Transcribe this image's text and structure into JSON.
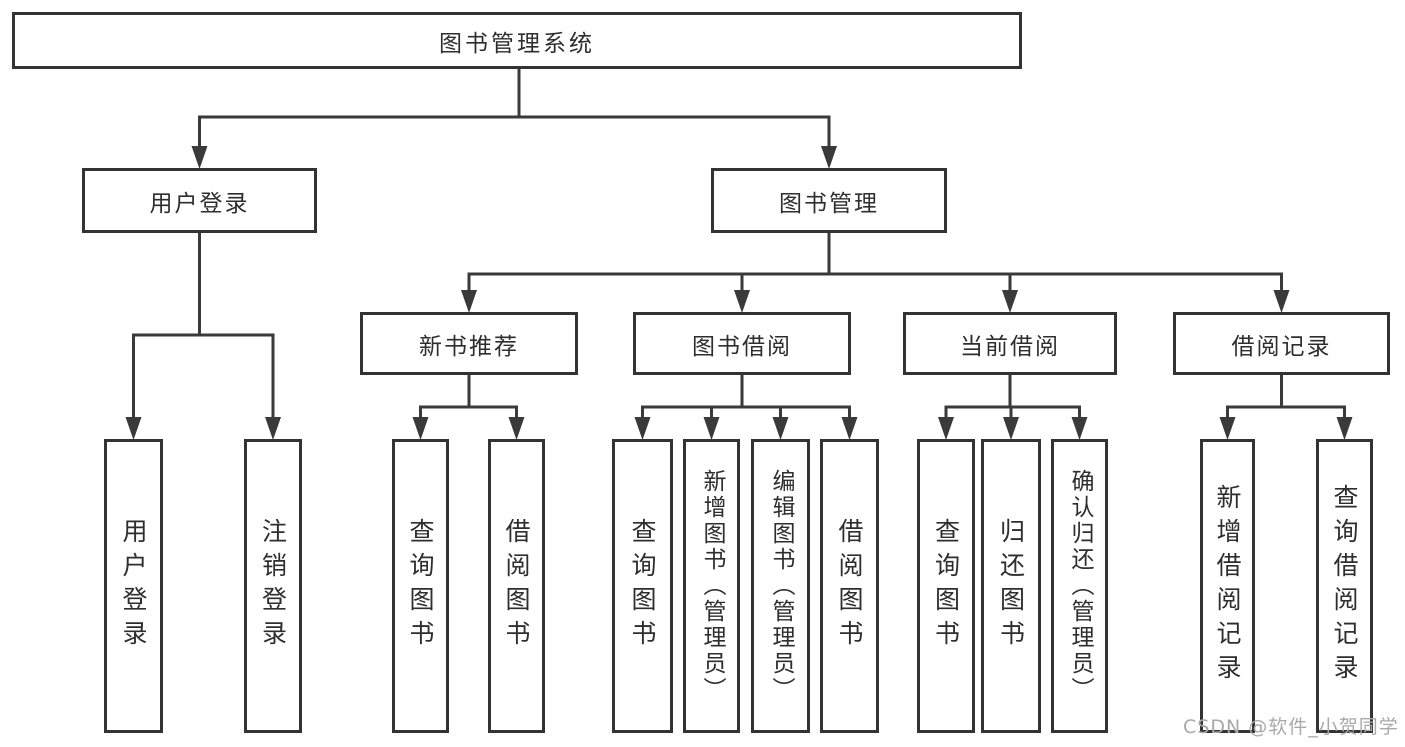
{
  "colors": {
    "line": "#3a3a3a",
    "box_border": "#333333",
    "text": "#2e2e2e",
    "watermark": "#a9a9a9",
    "background": "#ffffff"
  },
  "tree": {
    "root": "图书管理系统",
    "left": {
      "label": "用户登录",
      "children": [
        "用户登录",
        "注销登录"
      ]
    },
    "right": {
      "label": "图书管理",
      "sections": [
        {
          "label": "新书推荐",
          "children": [
            "查询图书",
            "借阅图书"
          ]
        },
        {
          "label": "图书借阅",
          "children": [
            "查询图书",
            "新增图书（管理员）",
            "编辑图书（管理员）",
            "借阅图书"
          ]
        },
        {
          "label": "当前借阅",
          "children": [
            "查询图书",
            "归还图书",
            "确认归还（管理员）"
          ]
        },
        {
          "label": "借阅记录",
          "children": [
            "新增借阅记录",
            "查询借阅记录"
          ]
        }
      ]
    }
  },
  "watermark": "CSDN @软件_小贺同学"
}
